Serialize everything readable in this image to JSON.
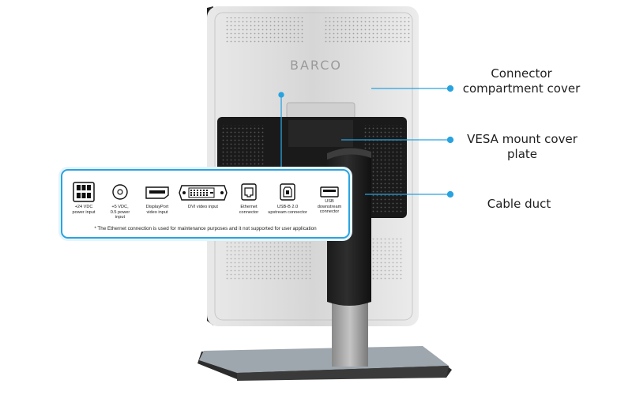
{
  "brand": "BARCO",
  "callouts": [
    {
      "label": "Connector\ncompartment cover"
    },
    {
      "label": "VESA mount cover\nplate"
    },
    {
      "label": "Cable duct"
    }
  ],
  "connectors": [
    {
      "label": "+24 VDC\npower input",
      "icon": "power-24v-connector-icon"
    },
    {
      "label": "+5 VDC,\n0.5 power input",
      "icon": "round-dc-jack-icon"
    },
    {
      "label": "DisplayPort\nvideo input",
      "icon": "displayport-icon"
    },
    {
      "label": "DVI video input",
      "icon": "dvi-connector-icon"
    },
    {
      "label": "Ethernet\nconnector",
      "icon": "ethernet-port-icon"
    },
    {
      "label": "USB-B 2.0\nupstream connector",
      "icon": "usb-b-port-icon"
    },
    {
      "label": "USB\ndownstream\nconnector",
      "icon": "usb-a-port-icon"
    }
  ],
  "footnote": "* The Ethernet connection is used for maintenance purposes and it not supported for user application",
  "colors": {
    "accent": "#29a3e0",
    "body": "#dcdcdc",
    "dark": "#1c1c1c"
  }
}
